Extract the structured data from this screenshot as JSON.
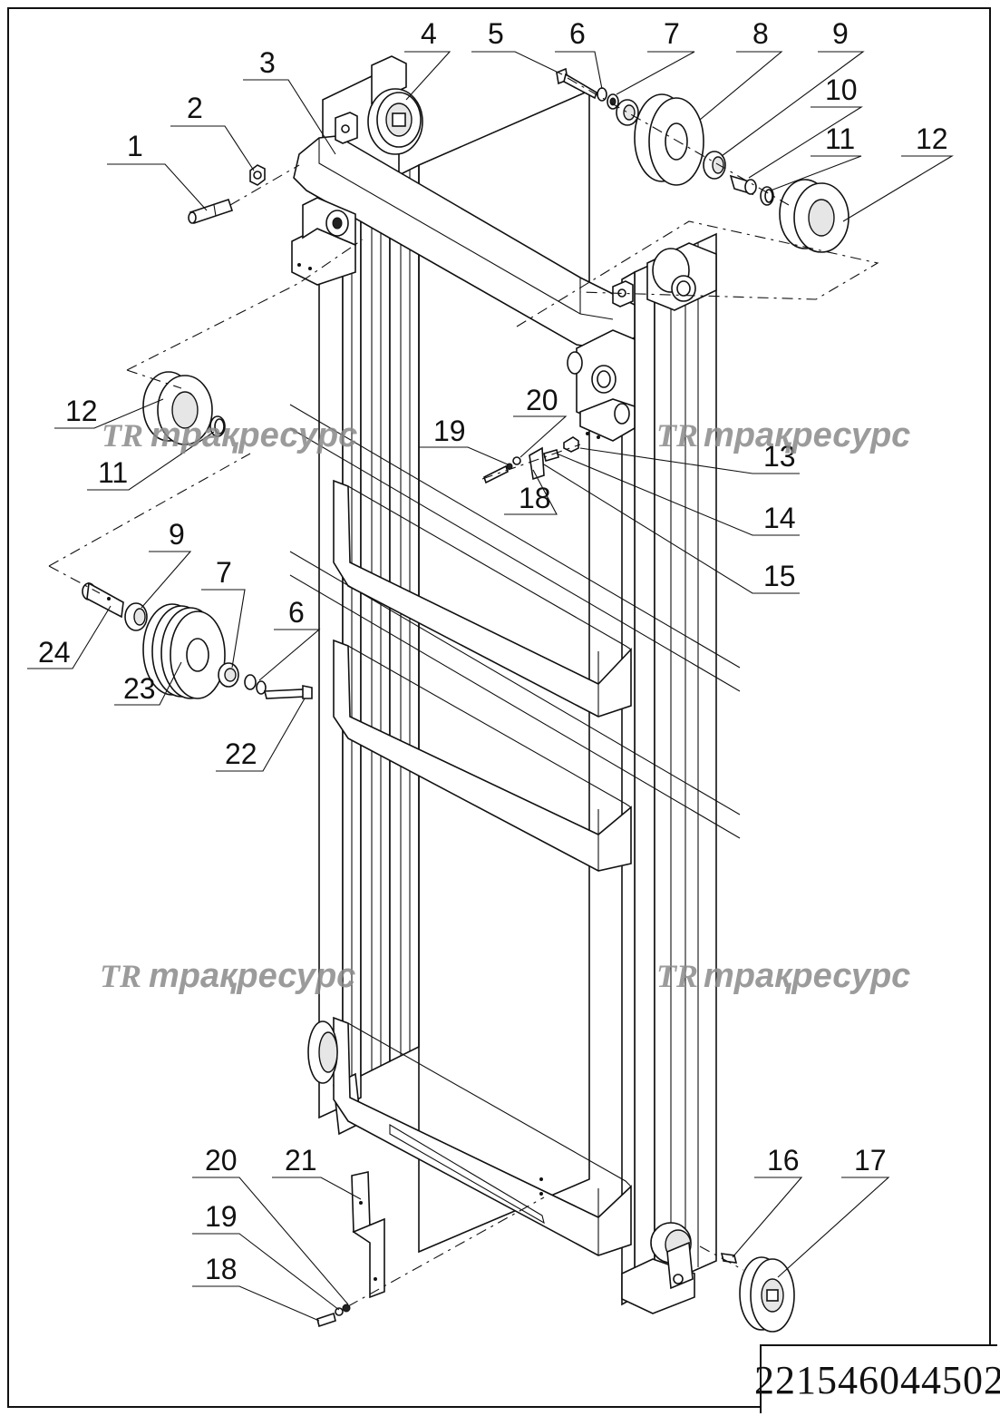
{
  "drawing": {
    "part_number": "221546044502",
    "watermark_text": "трақресурс",
    "watermark_logo": "TR",
    "callouts": [
      {
        "id": "c1",
        "label": "1"
      },
      {
        "id": "c2",
        "label": "2"
      },
      {
        "id": "c3",
        "label": "3"
      },
      {
        "id": "c4",
        "label": "4"
      },
      {
        "id": "c5",
        "label": "5"
      },
      {
        "id": "c6a",
        "label": "6"
      },
      {
        "id": "c7a",
        "label": "7"
      },
      {
        "id": "c8",
        "label": "8"
      },
      {
        "id": "c9a",
        "label": "9"
      },
      {
        "id": "c10",
        "label": "10"
      },
      {
        "id": "c11a",
        "label": "11"
      },
      {
        "id": "c12a",
        "label": "12"
      },
      {
        "id": "c12b",
        "label": "12"
      },
      {
        "id": "c11b",
        "label": "11"
      },
      {
        "id": "c20a",
        "label": "20"
      },
      {
        "id": "c19a",
        "label": "19"
      },
      {
        "id": "c18a",
        "label": "18"
      },
      {
        "id": "c13",
        "label": "13"
      },
      {
        "id": "c14",
        "label": "14"
      },
      {
        "id": "c15",
        "label": "15"
      },
      {
        "id": "c9b",
        "label": "9"
      },
      {
        "id": "c7b",
        "label": "7"
      },
      {
        "id": "c6b",
        "label": "6"
      },
      {
        "id": "c24",
        "label": "24"
      },
      {
        "id": "c23",
        "label": "23"
      },
      {
        "id": "c22",
        "label": "22"
      },
      {
        "id": "c20b",
        "label": "20"
      },
      {
        "id": "c21",
        "label": "21"
      },
      {
        "id": "c19b",
        "label": "19"
      },
      {
        "id": "c18b",
        "label": "18"
      },
      {
        "id": "c16",
        "label": "16"
      },
      {
        "id": "c17",
        "label": "17"
      }
    ],
    "colors": {
      "line": "#111111",
      "watermark": "#8a8a8a",
      "background": "#ffffff"
    }
  }
}
